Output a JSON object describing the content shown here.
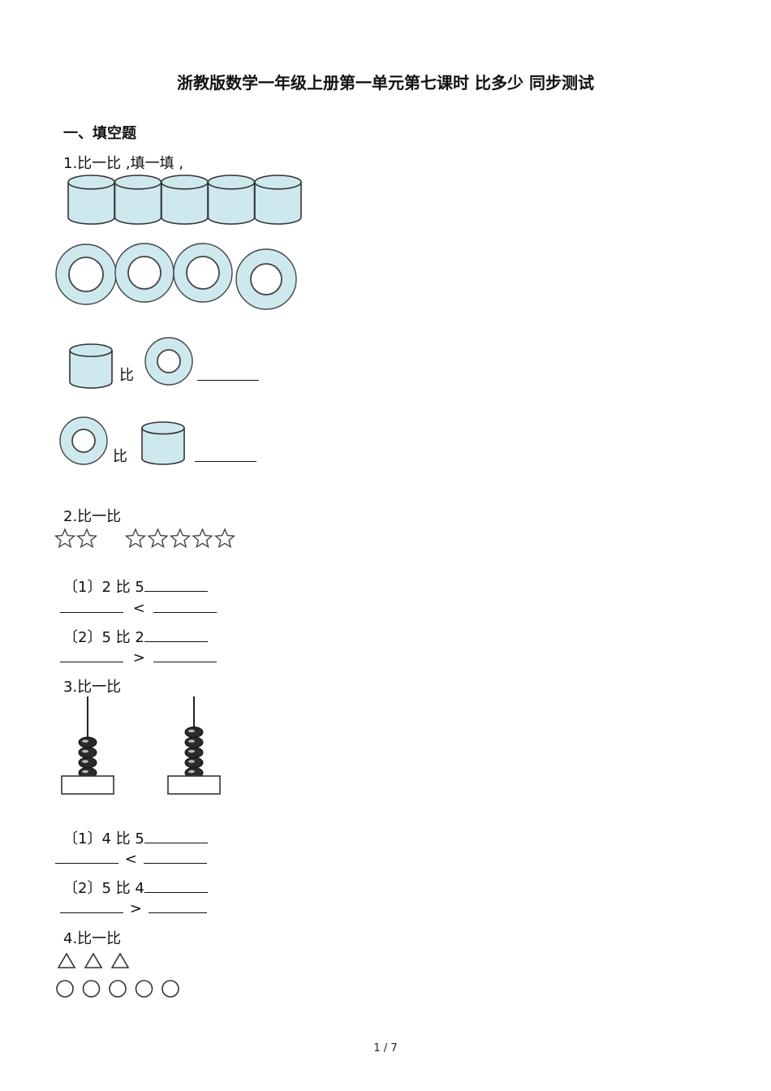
{
  "title": "浙教版数学一年级上册第一单元第七课时 比多少 同步测试",
  "section_heading": "一、填空题",
  "q1": {
    "label": "1.比一比 ,填一填 ,",
    "compare_word_a": "比",
    "compare_word_b": "比",
    "cylinder_count": 5,
    "ring_count": 4,
    "fill_color": "#cde9ee"
  },
  "q2": {
    "label": "2.比一比",
    "star_group_a_count": 2,
    "star_group_b_count": 5,
    "part1_prompt": "〔1〕2 比 5",
    "part1_symbol": "<",
    "part2_prompt": "〔2〕5 比 2",
    "part2_symbol": ">"
  },
  "q3": {
    "label": "3.比一比",
    "abacus_a_beads": 4,
    "abacus_b_beads": 5,
    "part1_prompt": "〔1〕4 比 5",
    "part1_symbol": "<",
    "part2_prompt": "〔2〕5 比 4",
    "part2_symbol": ">"
  },
  "q4": {
    "label": "4.比一比",
    "triangle_count": 3,
    "circle_count": 5
  },
  "footer": {
    "page_indicator": "1 / 7"
  }
}
